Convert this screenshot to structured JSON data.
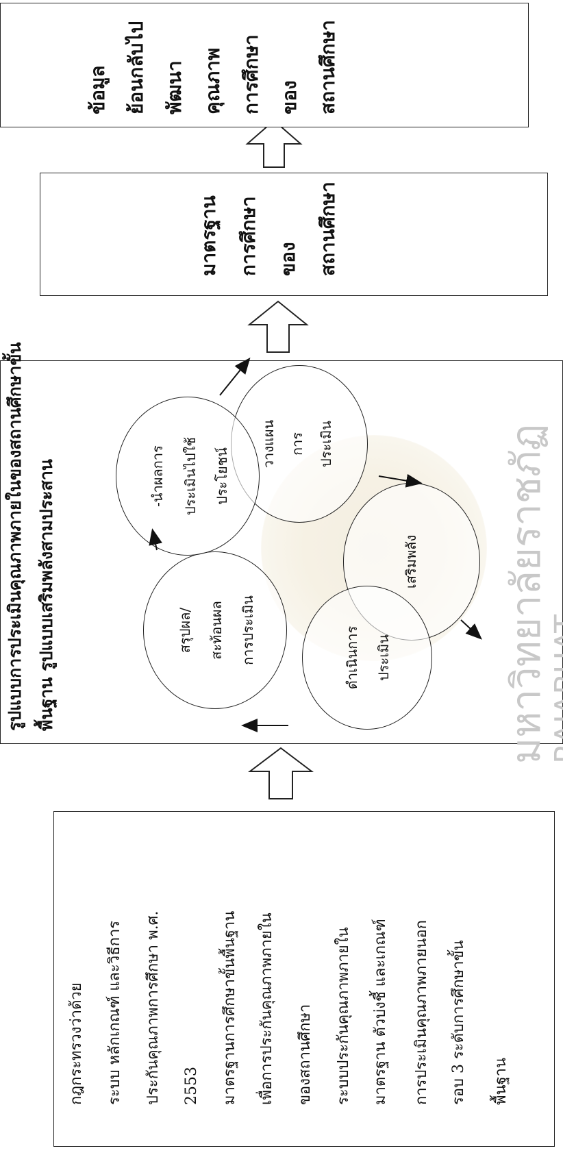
{
  "left_box": {
    "lines": [
      "กฎกระทรวงว่าด้วย",
      "ระบบ หลักเกณฑ์ และวิธีการ",
      "ประกันคุณภาพการศึกษา พ.ศ.",
      "2553",
      "มาตรฐานการศึกษาขั้นพื้นฐาน",
      "เพื่อการประกันคุณภาพภายใน",
      "ของสถานศึกษา",
      "ระบบประกันคุณภาพภายใน",
      "มาตรฐาน ตัวบ่งชี้ และเกณฑ์",
      "การประเมินคุณภาพภายนอก",
      "รอบ 3 ระดับการศึกษาขั้น",
      "พื้นฐาน"
    ]
  },
  "model_box": {
    "title_line1": "รูปแบบการประเมินคุณภาพภายในของสถานศึกษาขั้น",
    "title_line2": "พื้นฐาน  รูปแบบเสริมพลังสามประสาน",
    "circles": {
      "plan": [
        "วางแผน",
        "การ",
        "ประเมิน"
      ],
      "empower": [
        "เสริมพลัง"
      ],
      "implement": [
        "ดำเนินการ",
        "ประเมิน"
      ],
      "conclude": [
        "สรุปผล/",
        "สะท้อนผล",
        "การประเมิน"
      ],
      "use": [
        "-นำผลการ",
        "ประเมินไปใช้",
        "ประโยชน์"
      ]
    }
  },
  "standards_box": {
    "lines": [
      "มาตรฐาน",
      "การศึกษา",
      "ของ",
      "สถานศึกษา"
    ]
  },
  "feedback_box": {
    "lines": [
      "ข้อมูล",
      "ย้อนกลับไป",
      "พัฒนา",
      "คุณภาพ",
      "การศึกษา",
      "ของ",
      "สถานศึกษา"
    ]
  },
  "watermark": {
    "thai": "มหาวิทยาลัยราชภัฏมหาสารคาม",
    "english": "RAJABHAT MAHASARAKHAM UNIVERSITY"
  }
}
